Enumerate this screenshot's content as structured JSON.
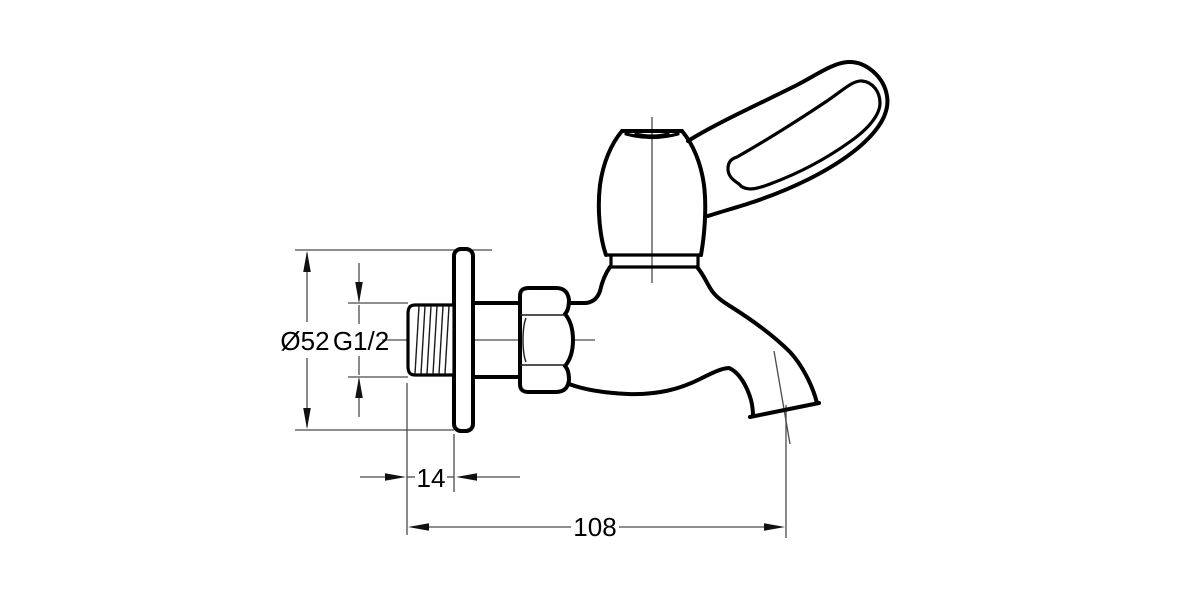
{
  "drawing": {
    "kind": "technical-line-drawing",
    "subject": "wall-mounted bibcock tap with lever handle, side view",
    "colors": {
      "background": "#ffffff",
      "outline": "#000000",
      "dimension_lines": "#4a4a4a",
      "text": "#000000"
    },
    "dimensions": {
      "flange_diameter": "Ø52",
      "thread_size": "G1/2",
      "thread_length": "14",
      "spout_reach": "108"
    }
  }
}
